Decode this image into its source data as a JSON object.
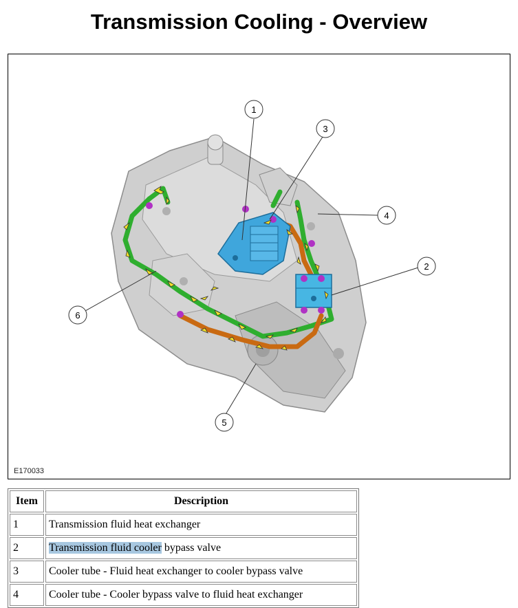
{
  "title": "Transmission Cooling - Overview",
  "figure": {
    "id": "E170033",
    "callouts": [
      "1",
      "2",
      "3",
      "4",
      "5",
      "6"
    ],
    "colors": {
      "transmission_case": "#c9c9c9",
      "heat_exchanger": "#3fa6dc",
      "bypass_valve": "#47b6e3",
      "tube_green": "#2fae2f",
      "tube_orange": "#c96a12",
      "flow_arrow": "#f3e22a",
      "fitting": "#b032c4"
    }
  },
  "table": {
    "headers": {
      "item": "Item",
      "description": "Description"
    },
    "rows": [
      {
        "item": "1",
        "description": "Transmission fluid heat exchanger"
      },
      {
        "item": "2",
        "highlight": "Transmission fluid cooler",
        "description": " bypass valve"
      },
      {
        "item": "3",
        "description": "Cooler tube - Fluid heat exchanger to cooler bypass valve"
      },
      {
        "item": "4",
        "description": "Cooler tube - Cooler bypass valve to fluid heat exchanger"
      }
    ]
  }
}
